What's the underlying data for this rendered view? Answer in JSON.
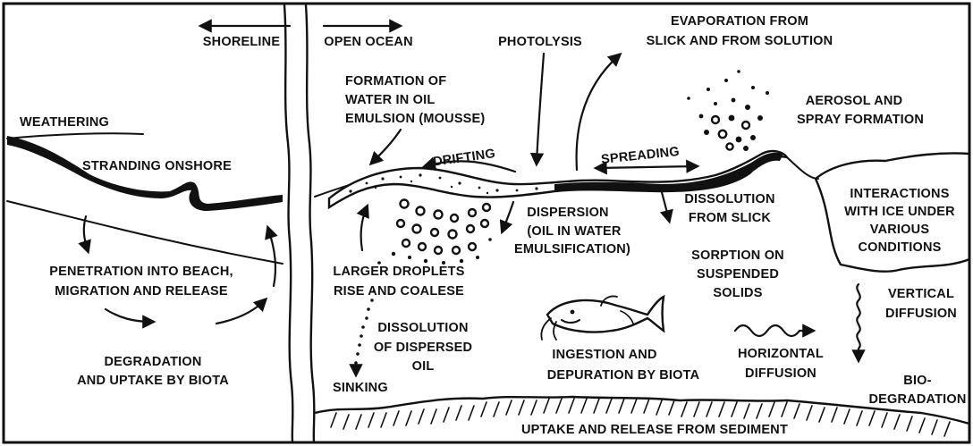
{
  "labels": {
    "shoreline": "SHORELINE",
    "open_ocean": "OPEN OCEAN",
    "photolysis": "PHOTOLYSIS",
    "evaporation_1": "EVAPORATION FROM",
    "evaporation_2": "SLICK AND FROM SOLUTION",
    "formation_1": "FORMATION OF",
    "formation_2": "WATER IN OIL",
    "formation_3": "EMULSION (MOUSSE)",
    "aerosol_1": "AEROSOL AND",
    "aerosol_2": "SPRAY FORMATION",
    "weathering": "WEATHERING",
    "stranding": "STRANDING ONSHORE",
    "drifting": "DRIFTING",
    "spreading": "SPREADING",
    "dissolution_slick_1": "DISSOLUTION",
    "dissolution_slick_2": "FROM SLICK",
    "interactions_1": "INTERACTIONS",
    "interactions_2": "WITH ICE UNDER",
    "interactions_3": "VARIOUS",
    "interactions_4": "CONDITIONS",
    "dispersion_1": "DISPERSION",
    "dispersion_2": "(OIL IN WATER",
    "dispersion_3": "EMULSIFICATION)",
    "penetration_1": "PENETRATION INTO BEACH,",
    "penetration_2": "MIGRATION AND RELEASE",
    "larger_1": "LARGER DROPLETS",
    "larger_2": "RISE AND COALESE",
    "sorption_1": "SORPTION ON",
    "sorption_2": "SUSPENDED",
    "sorption_3": "SOLIDS",
    "vertical_1": "VERTICAL",
    "vertical_2": "DIFFUSION",
    "dissolution_dispersed_1": "DISSOLUTION",
    "dissolution_dispersed_2": "OF DISPERSED",
    "dissolution_dispersed_3": "OIL",
    "degradation_1": "DEGRADATION",
    "degradation_2": "AND UPTAKE BY BIOTA",
    "ingestion_1": "INGESTION AND",
    "ingestion_2": "DEPURATION BY BIOTA",
    "horizontal_1": "HORIZONTAL",
    "horizontal_2": "DIFFUSION",
    "sinking": "SINKING",
    "biodegradation_1": "BIO-",
    "biodegradation_2": "DEGRADATION",
    "sediment": "UPTAKE AND RELEASE FROM SEDIMENT"
  },
  "colors": {
    "ink": "#111111",
    "paper": "#ffffff"
  },
  "icons": {
    "fish": "fish-icon"
  }
}
